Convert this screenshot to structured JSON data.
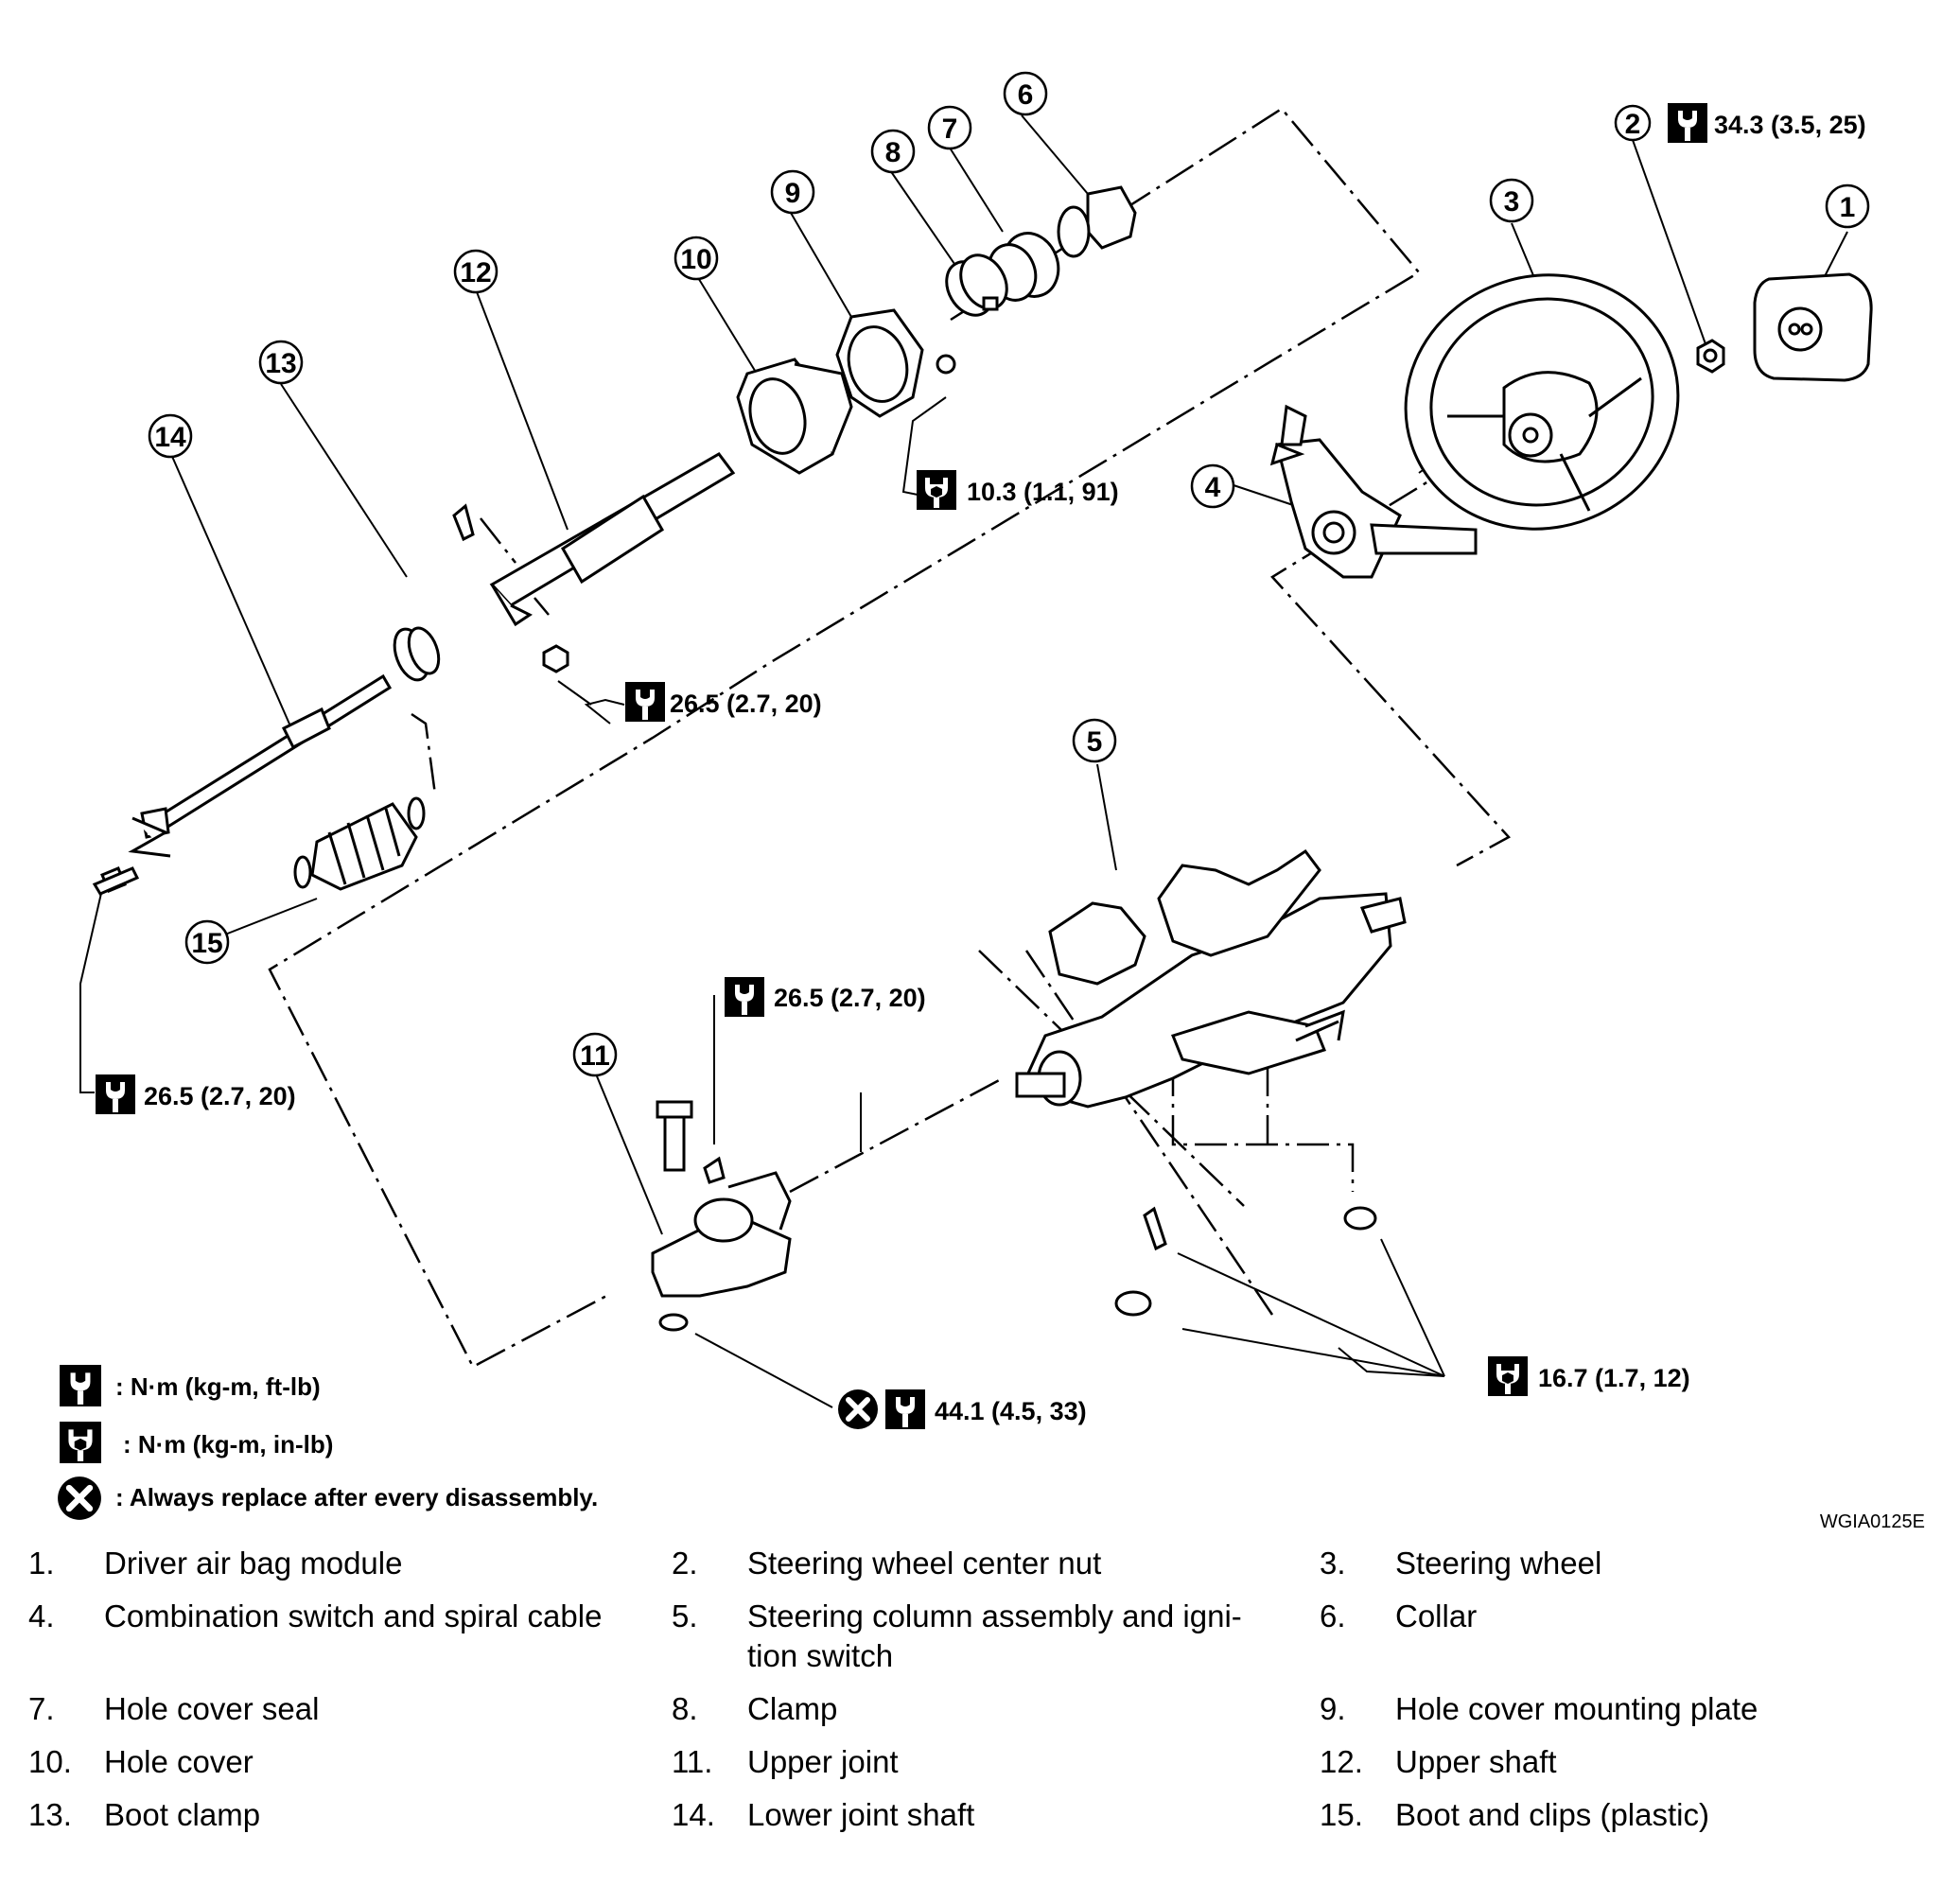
{
  "callouts": [
    "1",
    "2",
    "3",
    "4",
    "5",
    "6",
    "7",
    "8",
    "9",
    "10",
    "11",
    "12",
    "13",
    "14",
    "15"
  ],
  "torques": {
    "t2": "34.3 (3.5, 25)",
    "t_hole": "10.3 (1.1, 91)",
    "t_upper": "26.5 (2.7, 20)",
    "t_joint": "26.5 (2.7, 20)",
    "t_lower": "26.5 (2.7, 20)",
    "t_nut": "44.1 (4.5, 33)",
    "t_col": "16.7 (1.7, 12)"
  },
  "legend": [
    ": N·m (kg-m, ft-lb)",
    ": N·m (kg-m, in-lb)",
    ": Always replace after every disassembly."
  ],
  "figure_code": "WGIA0125E",
  "parts": [
    {
      "num": "1.",
      "name": "Driver air bag module"
    },
    {
      "num": "2.",
      "name": "Steering wheel center nut"
    },
    {
      "num": "3.",
      "name": "Steering wheel"
    },
    {
      "num": "4.",
      "name": "Combination switch and spiral cable"
    },
    {
      "num": "5.",
      "name": "Steering column assembly and igni-tion switch"
    },
    {
      "num": "6.",
      "name": "Collar"
    },
    {
      "num": "7.",
      "name": "Hole cover seal"
    },
    {
      "num": "8.",
      "name": "Clamp"
    },
    {
      "num": "9.",
      "name": "Hole cover mounting plate"
    },
    {
      "num": "10.",
      "name": "Hole cover"
    },
    {
      "num": "11.",
      "name": "Upper joint"
    },
    {
      "num": "12.",
      "name": "Upper shaft"
    },
    {
      "num": "13.",
      "name": "Boot clamp"
    },
    {
      "num": "14.",
      "name": "Lower joint shaft"
    },
    {
      "num": "15.",
      "name": "Boot and clips (plastic)"
    }
  ]
}
